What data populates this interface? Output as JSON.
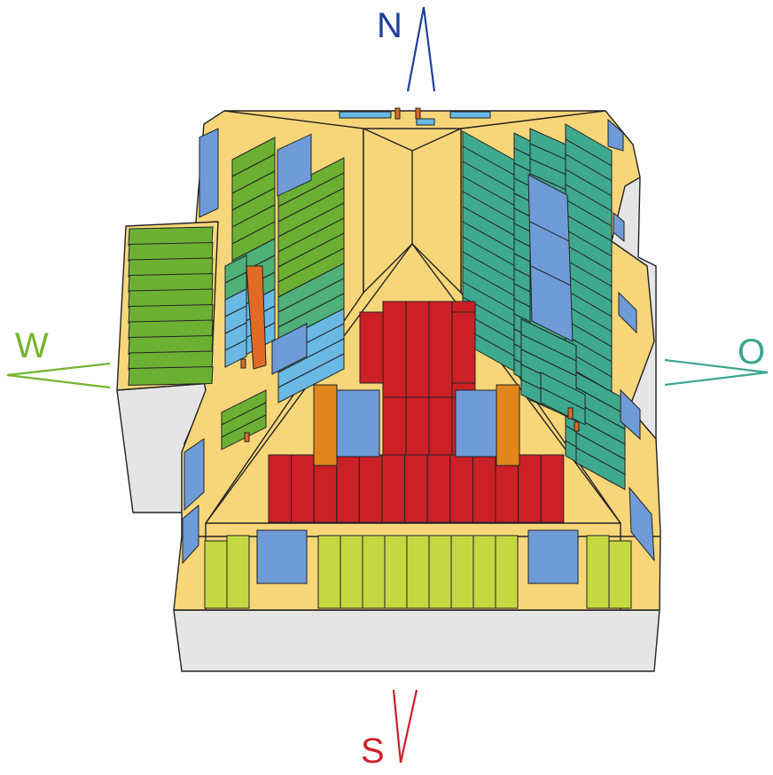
{
  "compass": {
    "north": {
      "label": "N",
      "color": "#1f3f9a"
    },
    "south": {
      "label": "S",
      "color": "#cc2027"
    },
    "west": {
      "label": "W",
      "color": "#74b52f"
    },
    "east": {
      "label": "O",
      "color": "#3aa58f"
    }
  },
  "colors": {
    "roof": "#f7d67a",
    "wall": "#e5e5e5",
    "red": "#cc2027",
    "orange": "#e0861c",
    "blue": "#6f9bd8",
    "light_blue": "#6ab9e5",
    "lime": "#c3d942",
    "green": "#6cb033",
    "teal": "#3fa98e",
    "chimney": "#e06a26"
  }
}
